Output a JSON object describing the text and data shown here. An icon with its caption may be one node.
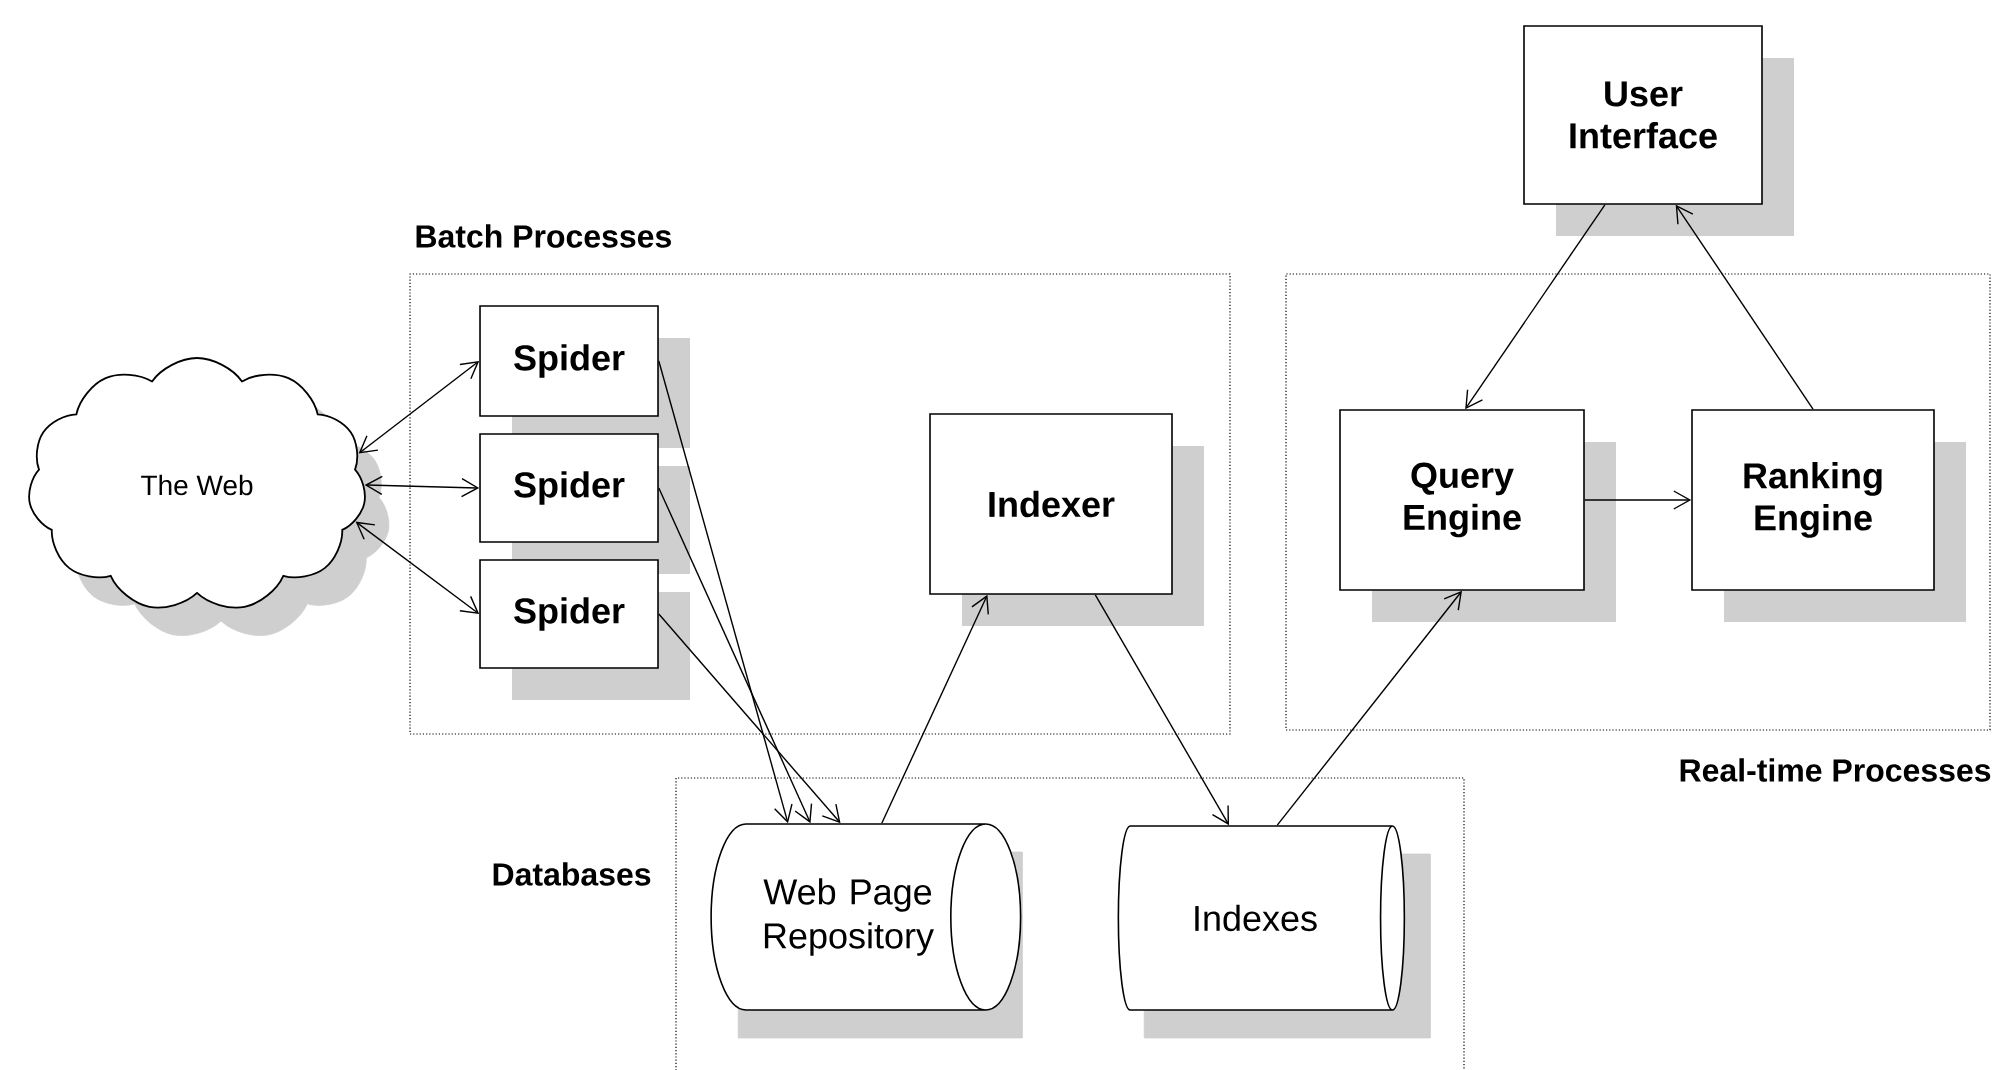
{
  "diagram": {
    "nodes": [
      {
        "text": [
          "User Interface"
        ]
      },
      {
        "text": [
          "Batch Processes"
        ]
      },
      {
        "text": [
          "Spider"
        ],
        "in": 1
      },
      {
        "text": [
          "Spider"
        ],
        "in": 1
      },
      {
        "text": [
          "Spider"
        ],
        "in": 1
      },
      {
        "text": [
          "Indexer"
        ],
        "in": 1
      },
      {
        "text": [
          "Real-time Processes"
        ]
      },
      {
        "text": [
          "Query Engine"
        ],
        "in": 6
      },
      {
        "text": [
          "Ranking Engine"
        ],
        "in": 6
      },
      {
        "text": [
          "The Web"
        ]
      },
      {
        "text": [
          "Databases"
        ]
      },
      {
        "text": [
          "Web Page Repository"
        ],
        "in": 10
      },
      {
        "text": [
          "Indexes"
        ],
        "in": 10
      }
    ],
    "edges": [
      {
        "from": 9,
        "to": 2,
        "arrow": "both"
      },
      {
        "from": 9,
        "to": 3,
        "arrow": "both"
      },
      {
        "from": 9,
        "to": 4,
        "arrow": "both"
      },
      {
        "from": 2,
        "to": 11,
        "arrow": "to"
      },
      {
        "from": 3,
        "to": 11,
        "arrow": "to"
      },
      {
        "from": 4,
        "to": 11,
        "arrow": "to"
      },
      {
        "from": 11,
        "to": 5,
        "arrow": "to"
      },
      {
        "from": 5,
        "to": 12,
        "arrow": "to"
      },
      {
        "from": 12,
        "to": 7,
        "arrow": "to"
      },
      {
        "from": 0,
        "to": 7,
        "arrow": "to"
      },
      {
        "from": 7,
        "to": 8,
        "arrow": "to"
      },
      {
        "from": 8,
        "to": 0,
        "arrow": "to"
      }
    ]
  }
}
